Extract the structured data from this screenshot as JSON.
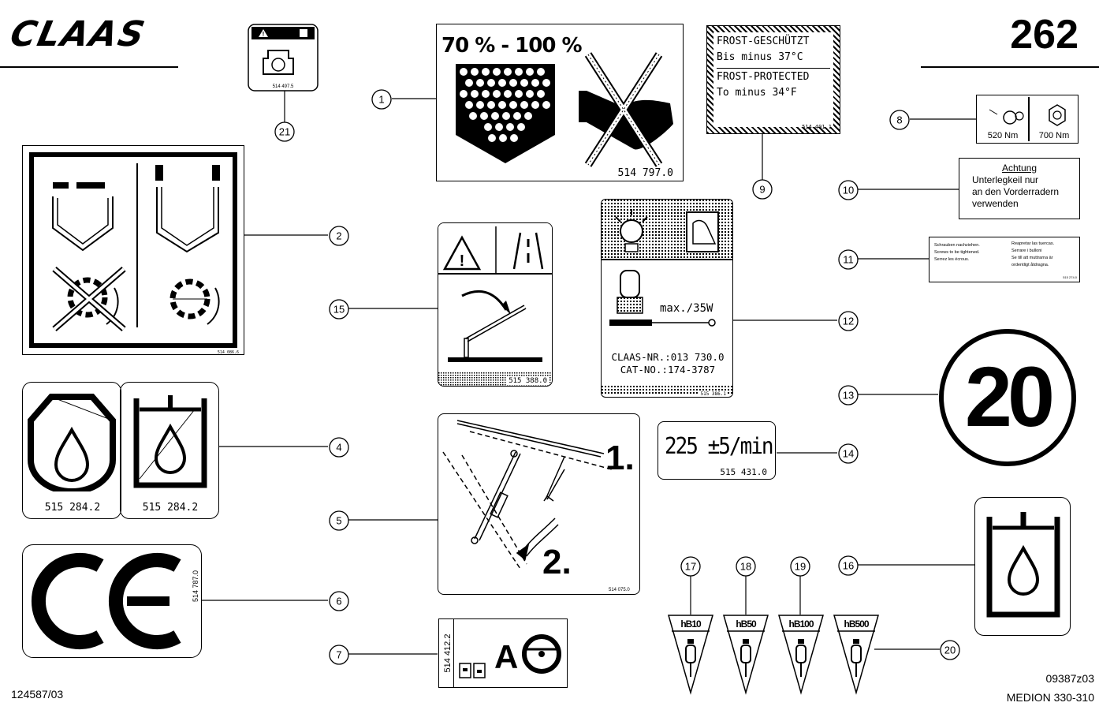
{
  "header": {
    "brand": "CLAAS",
    "page_number": "262"
  },
  "footer": {
    "left_code": "124587/03",
    "right_code": "09387z03",
    "model": "MEDION 330-310"
  },
  "decals": {
    "d1": {
      "percent": "70 % - 100 %",
      "part_no": "514 797.0"
    },
    "d2": {
      "part_no": "514 086.6"
    },
    "d4": {
      "part_no_left": "515 284.2",
      "part_no_right": "515 284.2"
    },
    "d5": {
      "step1": "1.",
      "step2": "2.",
      "part_no": "514 075.0"
    },
    "d6": {
      "mark": "CE",
      "part_no": "514 787.0"
    },
    "d7": {
      "part_no": "514 412.2",
      "letter": "A"
    },
    "d8": {
      "torque_left": "520 Nm",
      "torque_right": "700 Nm"
    },
    "d9": {
      "de_line1": "FROST-GESCHÜTZT",
      "de_line2": "Bis minus 37°C",
      "en_line1": "FROST-PROTECTED",
      "en_line2": "To minus 34°F",
      "part_no": "514 401.1"
    },
    "d10": {
      "title": "Achtung",
      "line1": "Unterlegkeil nur",
      "line2": "an den Vorderradern",
      "line3": "verwenden"
    },
    "d11": {
      "col1": [
        "Schrauben nachziehen.",
        "Screws to be tightened.",
        "Serrez les écrous."
      ],
      "col2": [
        "Reapretar las tuercas.",
        "Serrare i bulloni",
        "Se till att muttrarna är",
        "ordentligt åtdragna."
      ],
      "part_no": "515 274.0"
    },
    "d12": {
      "wattage": "max./35W",
      "claas_nr": "CLAAS-NR.:013 730.0",
      "cat_no": "CAT-NO.:174-3787",
      "part_no": "515 386.1"
    },
    "d13": {
      "speed": "20"
    },
    "d14": {
      "rpm": "225 ±5/min",
      "part_no": "515 431.0"
    },
    "d15": {
      "part_no": "515 388.0"
    },
    "d17": {
      "label": "hB10"
    },
    "d18": {
      "label": "hB50"
    },
    "d19": {
      "label": "hB100"
    },
    "d20": {
      "label": "hB500"
    },
    "d21": {
      "part_no": "514 497.5"
    }
  },
  "callouts": [
    "1",
    "2",
    "4",
    "5",
    "6",
    "7",
    "8",
    "9",
    "10",
    "11",
    "12",
    "13",
    "14",
    "15",
    "16",
    "17",
    "18",
    "19",
    "20",
    "21"
  ]
}
